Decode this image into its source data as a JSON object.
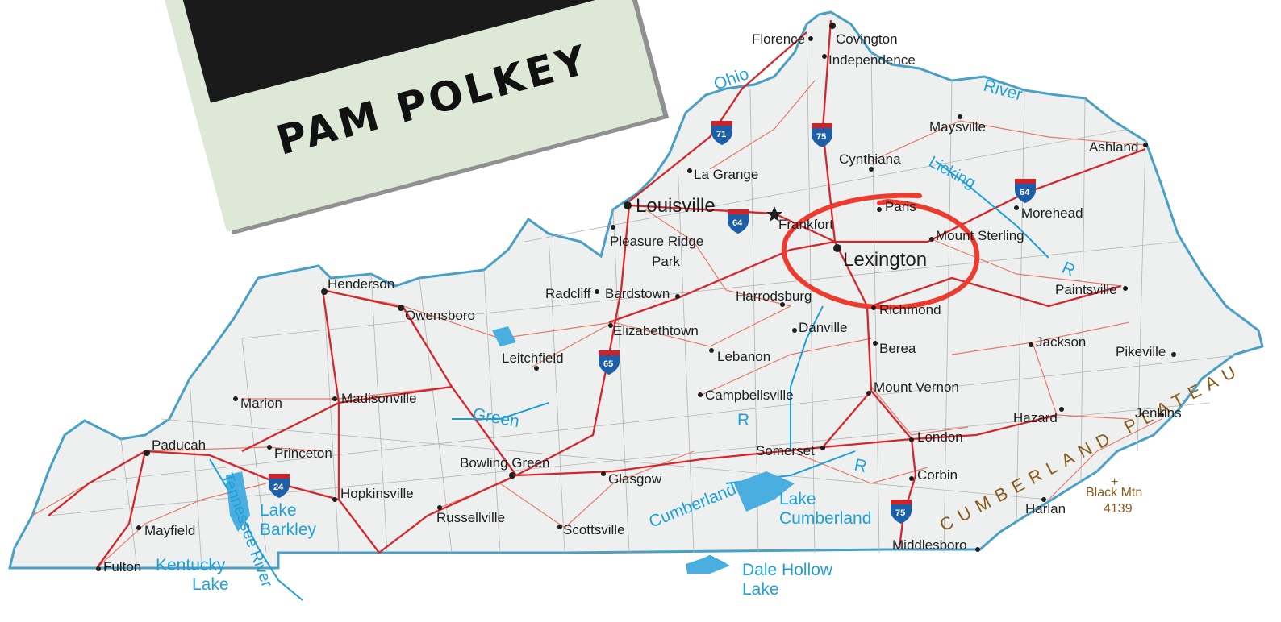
{
  "polaroid": {
    "caption": "PAM POLKEY",
    "frame_color": "#dde8d6"
  },
  "annotation": {
    "shape": "hand-drawn circle",
    "color": "#ee3b2f",
    "encircles": "Lexington"
  },
  "cities": {
    "florence": "Florence",
    "covington": "Covington",
    "independence": "Independence",
    "maysville": "Maysville",
    "ashland": "Ashland",
    "cynthiana": "Cynthiana",
    "la_grange": "La Grange",
    "louisville": "Louisville",
    "frankfort": "Frankfort",
    "paris": "Paris",
    "morehead": "Morehead",
    "mount_sterling": "Mount Sterling",
    "pleasure_ridge_1": "Pleasure Ridge",
    "pleasure_ridge_2": "Park",
    "lexington": "Lexington",
    "henderson": "Henderson",
    "owensboro": "Owensboro",
    "radcliff": "Radcliff",
    "bardstown": "Bardstown",
    "harrodsburg": "Harrodsburg",
    "richmond": "Richmond",
    "paintsville": "Paintsville",
    "elizabethtown": "Elizabethtown",
    "danville": "Danville",
    "leitchfield": "Leitchfield",
    "lebanon": "Lebanon",
    "berea": "Berea",
    "jackson": "Jackson",
    "pikeville": "Pikeville",
    "marion": "Marion",
    "madisonville": "Madisonville",
    "campbellsville": "Campbellsville",
    "mount_vernon": "Mount Vernon",
    "hazard": "Hazard",
    "jenkins": "Jenkins",
    "paducah": "Paducah",
    "princeton": "Princeton",
    "bowling_green": "Bowling Green",
    "somerset": "Somerset",
    "london": "London",
    "glasgow": "Glasgow",
    "corbin": "Corbin",
    "hopkinsville": "Hopkinsville",
    "harlan": "Harlan",
    "russellville": "Russellville",
    "mayfield": "Mayfield",
    "scottsville": "Scottsville",
    "middlesboro": "Middlesboro",
    "fulton": "Fulton"
  },
  "water": {
    "ohio": "Ohio",
    "river": "River",
    "licking": "Licking",
    "green": "Green",
    "r1": "R",
    "r2": "R",
    "r3": "R",
    "cumberland_river": "Cumberland",
    "lake_cumberland_1": "Lake",
    "lake_cumberland_2": "Cumberland",
    "lake_barkley_1": "Lake",
    "lake_barkley_2": "Barkley",
    "kentucky_lake_1": "Kentucky",
    "kentucky_lake_2": "Lake",
    "tennessee_river": "Tennessee River",
    "dale_hollow_1": "Dale Hollow",
    "dale_hollow_2": "Lake"
  },
  "physical": {
    "plateau": "CUMBERLAND PLATEAU",
    "peak_name": "Black Mtn",
    "peak_elevation": "4139"
  },
  "interstates": {
    "i71": "71",
    "i75_north": "75",
    "i64_east": "64",
    "i64_west": "64",
    "i65": "65",
    "i24": "24",
    "i75_south": "75"
  },
  "colors": {
    "land": "#eef0f0",
    "river": "#1f9fd6",
    "interstate_road": "#d4262b",
    "minor_road": "#e57a6a",
    "county_line": "#999999",
    "shield_blue": "#1d5ea8",
    "shield_red": "#cc2229"
  }
}
